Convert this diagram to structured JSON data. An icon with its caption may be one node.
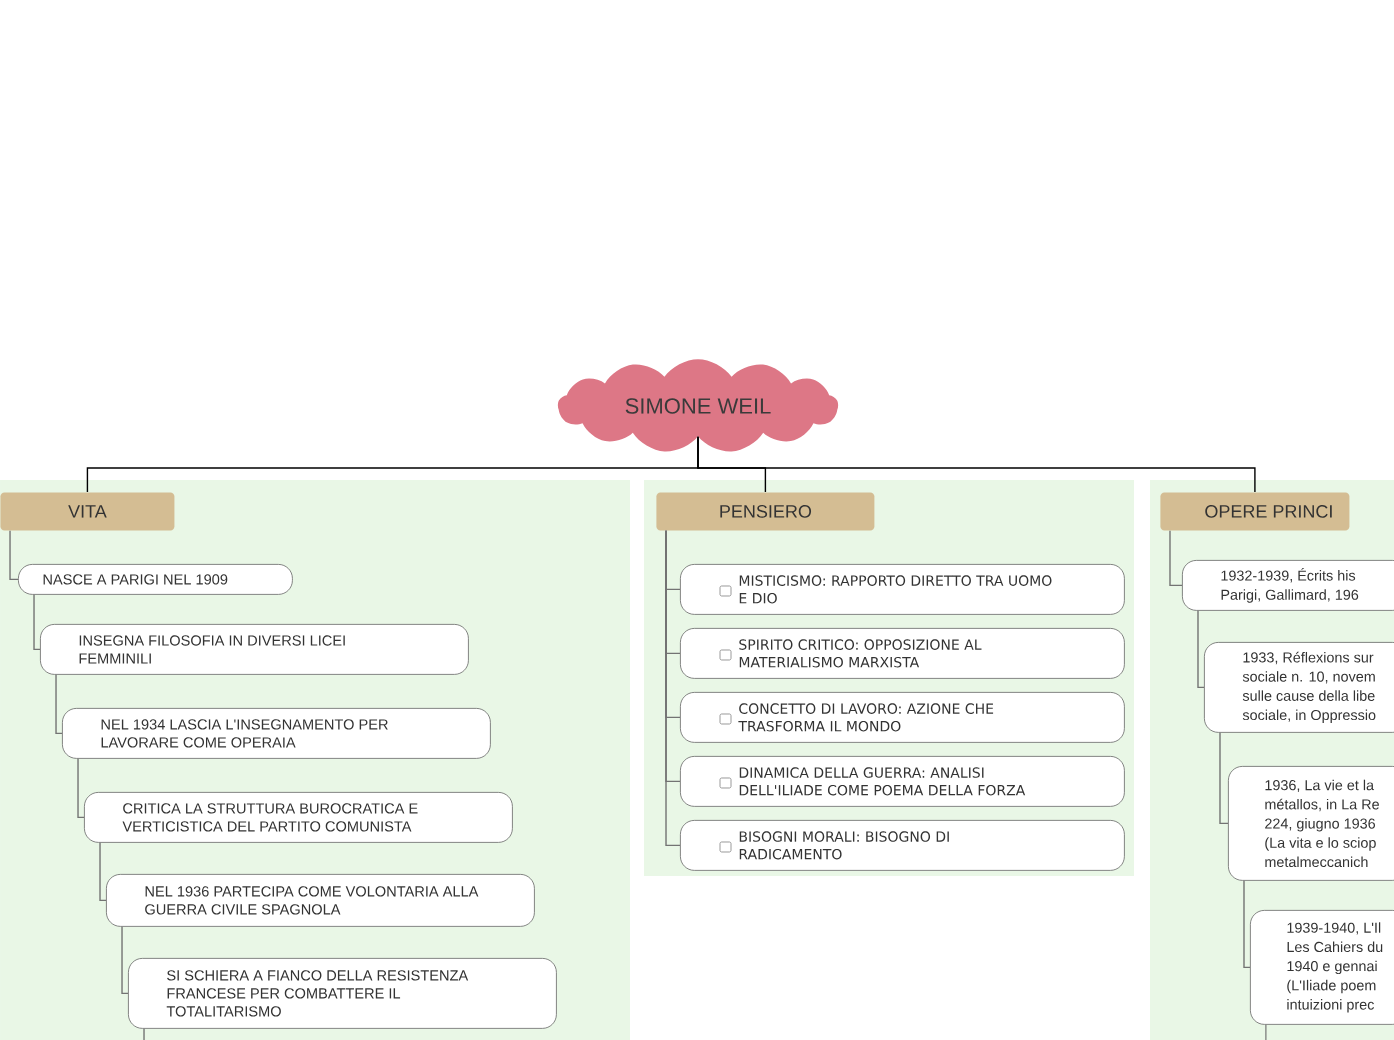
{
  "diagram": {
    "nodes": [
      {
        "text": [
          "SIMONE WEIL"
        ]
      },
      {
        "text": [
          "VITA"
        ]
      },
      {
        "text": [
          "NASCE A PARIGI NEL 1909"
        ]
      },
      {
        "text": [
          "INSEGNA FILOSOFIA IN DIVERSI LICEI FEMMINILI"
        ]
      },
      {
        "text": [
          "NEL 1934 LASCIA L'INSEGNAMENTO PER LAVORARE COME OPERAIA"
        ]
      },
      {
        "text": [
          "CRITICA LA STRUTTURA BUROCRATICA E VERTICISTICA DEL PARTITO COMUNISTA"
        ]
      },
      {
        "text": [
          "NEL 1936 PARTECIPA COME VOLONTARIA ALLA GUERRA CIVILE SPAGNOLA"
        ]
      },
      {
        "text": [
          "SI SCHIERA A FIANCO DELLA RESISTENZA FRANCESE PER COMBATTERE IL TOTALITARISMO"
        ]
      },
      {
        "text": [
          "PENSIERO"
        ]
      },
      {
        "text": [
          "MISTICISMO: RAPPORTO DIRETTO TRA UOMO E DIO"
        ]
      },
      {
        "text": [
          "SPIRITO CRITICO: OPPOSIZIONE AL MATERIALISMO MARXISTA"
        ]
      },
      {
        "text": [
          "CONCETTO DI LAVORO: AZIONE CHE TRASFORMA IL MONDO"
        ]
      },
      {
        "text": [
          "DINAMICA DELLA GUERRA: ANALISI DELL'ILIADE COME POEMA DELLA FORZA"
        ]
      },
      {
        "text": [
          "BISOGNI MORALI: BISOGNO DI RADICAMENTO"
        ]
      },
      {
        "text": [
          "OPERE PRINCI"
        ]
      },
      {
        "text": [
          "1932-1939, Écrits his Parigi, Gallimard, 196"
        ]
      },
      {
        "text": [
          "1933, Réflexions sur sociale n. 10, novem sulle cause della libe sociale, in Oppressio"
        ]
      },
      {
        "text": [
          "1936, La vie et la métallos, in La Re 224, giugno 1936 (La vita e lo sciop metalmeccanich"
        ]
      },
      {
        "text": [
          "1939-1940, L'Il Les Cahiers du 1940 e gennai (L'Iliade poem intuizioni prec"
        ]
      }
    ],
    "edges": [
      {
        "from": 0,
        "to": 1,
        "arrow": "none",
        "color": "#000000"
      },
      {
        "from": 0,
        "to": 8,
        "arrow": "none",
        "color": "#000000"
      },
      {
        "from": 0,
        "to": 14,
        "arrow": "none",
        "color": "#000000"
      },
      {
        "from": 1,
        "to": 2,
        "arrow": "none"
      },
      {
        "from": 2,
        "to": 3,
        "arrow": "none"
      },
      {
        "from": 3,
        "to": 4,
        "arrow": "none"
      },
      {
        "from": 4,
        "to": 5,
        "arrow": "none"
      },
      {
        "from": 5,
        "to": 6,
        "arrow": "none"
      },
      {
        "from": 6,
        "to": 7,
        "arrow": "none"
      },
      {
        "from": 7,
        "to": null,
        "arrow": "none"
      },
      {
        "from": 8,
        "to": 9,
        "arrow": "none"
      },
      {
        "from": 8,
        "to": 10,
        "arrow": "none"
      },
      {
        "from": 8,
        "to": 11,
        "arrow": "none"
      },
      {
        "from": 8,
        "to": 12,
        "arrow": "none"
      },
      {
        "from": 8,
        "to": 13,
        "arrow": "none"
      },
      {
        "from": 14,
        "to": 15,
        "arrow": "none"
      },
      {
        "from": 15,
        "to": 16,
        "arrow": "none"
      },
      {
        "from": 16,
        "to": 17,
        "arrow": "none"
      },
      {
        "from": 17,
        "to": 18,
        "arrow": "none"
      },
      {
        "from": 18,
        "to": null,
        "arrow": "none"
      }
    ]
  }
}
